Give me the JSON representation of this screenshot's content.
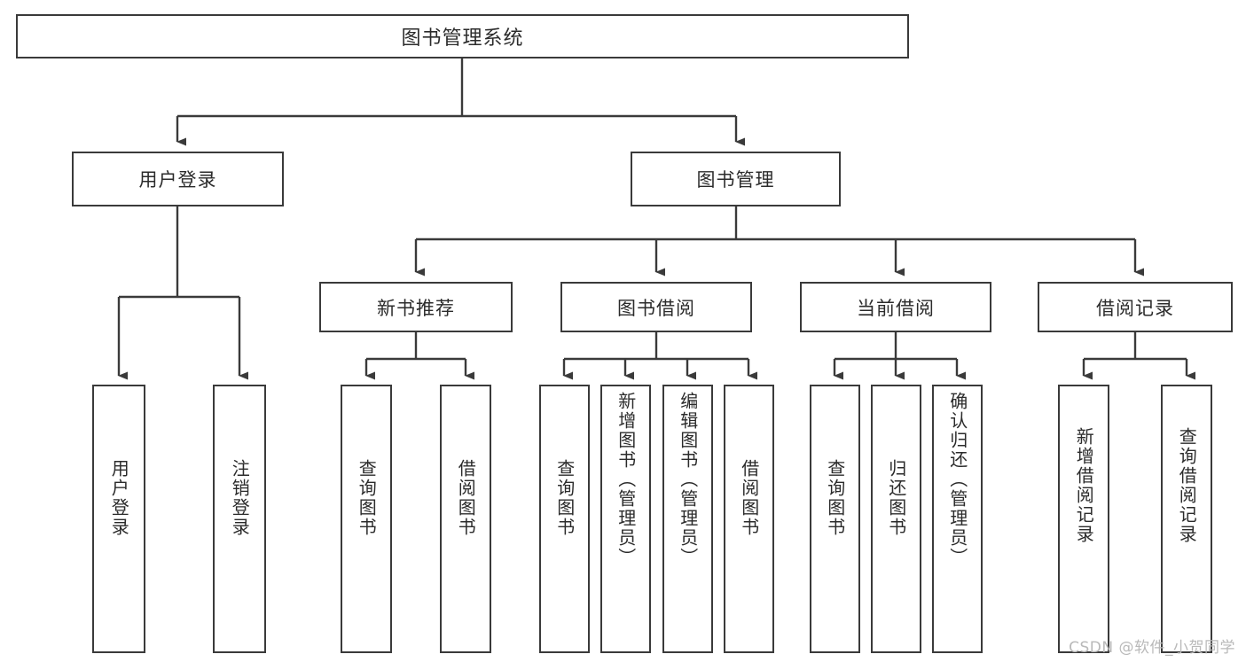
{
  "diagram": {
    "title": "图书管理系统",
    "watermark": "CSDN @软件_小贺同学",
    "stroke_color": "#3a3a3a",
    "text_color": "#2b2b2b",
    "watermark_color": "#b9b9b9",
    "background": "#ffffff",
    "levels": {
      "root": {
        "label": "图书管理系统"
      },
      "level2": [
        {
          "label": "用户登录"
        },
        {
          "label": "图书管理"
        }
      ],
      "level3": [
        {
          "label": "新书推荐"
        },
        {
          "label": "图书借阅"
        },
        {
          "label": "当前借阅"
        },
        {
          "label": "借阅记录"
        }
      ],
      "leaves": [
        {
          "label": "用户登录",
          "parent": "用户登录"
        },
        {
          "label": "注销登录",
          "parent": "用户登录"
        },
        {
          "label": "查询图书",
          "parent": "新书推荐"
        },
        {
          "label": "借阅图书",
          "parent": "新书推荐"
        },
        {
          "label": "查询图书",
          "parent": "图书借阅"
        },
        {
          "label": "新增图书（管理员）",
          "parent": "图书借阅"
        },
        {
          "label": "编辑图书（管理员）",
          "parent": "图书借阅"
        },
        {
          "label": "借阅图书",
          "parent": "图书借阅"
        },
        {
          "label": "查询图书",
          "parent": "当前借阅"
        },
        {
          "label": "归还图书",
          "parent": "当前借阅"
        },
        {
          "label": "确认归还（管理员）",
          "parent": "当前借阅"
        },
        {
          "label": "新增借阅记录",
          "parent": "借阅记录"
        },
        {
          "label": "查询借阅记录",
          "parent": "借阅记录"
        }
      ]
    }
  }
}
